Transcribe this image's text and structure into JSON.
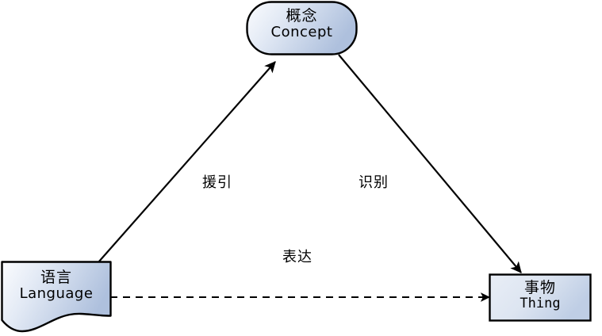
{
  "diagram": {
    "title": "",
    "type": "semiotic-triangle",
    "background_color": "#ffffff",
    "stroke_color": "#000000",
    "node_fill_light": "#f4f7fc",
    "node_fill_dark": "#aec0dd",
    "nodes": [
      {
        "id": "concept",
        "shape": "rounded-rectangle",
        "cjk": "概念",
        "latin": "Concept"
      },
      {
        "id": "language",
        "shape": "document",
        "cjk": "语言",
        "latin": "Language"
      },
      {
        "id": "thing",
        "shape": "rectangle",
        "cjk": "事物",
        "latin": "Thing"
      }
    ],
    "edges": [
      {
        "id": "cite",
        "from": "language",
        "to": "concept",
        "label": "援引",
        "style": "solid",
        "arrow": "filled"
      },
      {
        "id": "identify",
        "from": "concept",
        "to": "thing",
        "label": "识别",
        "style": "solid",
        "arrow": "filled"
      },
      {
        "id": "express",
        "from": "language",
        "to": "thing",
        "label": "表达",
        "style": "dashed",
        "arrow": "filled"
      }
    ]
  }
}
